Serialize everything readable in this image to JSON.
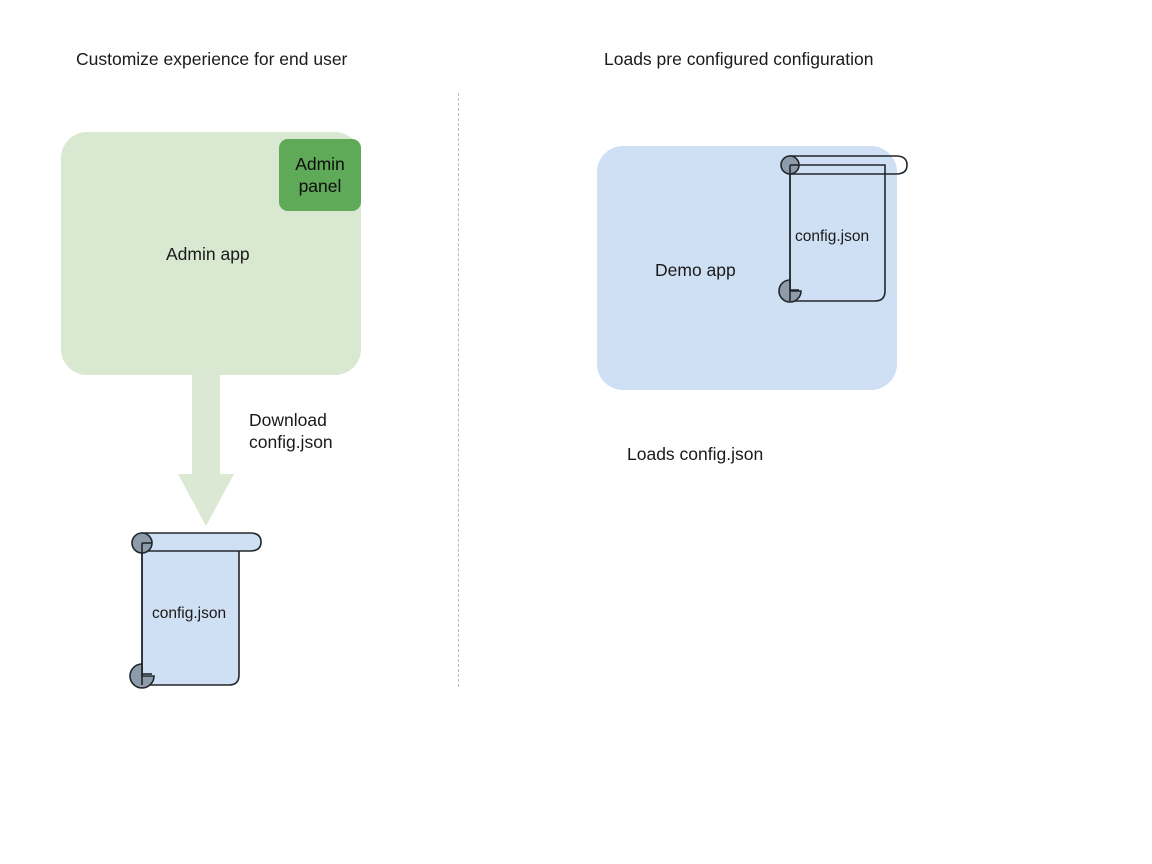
{
  "diagram": {
    "background": "#ffffff",
    "columns": {
      "left": {
        "heading": "Customize experience for end user",
        "app": {
          "label": "Admin app",
          "fill": "#d9e8d1"
        },
        "panel": {
          "label": "Admin\npanel",
          "fill": "#5faa58"
        },
        "arrow": {
          "label": "Download\nconfig.json",
          "fill": "#dbe9d4",
          "direction": "down"
        },
        "document": {
          "label": "config.json",
          "fill": "#cfe0f4",
          "stroke": "#23272b",
          "curl_fill": "#8d9bab"
        }
      },
      "right": {
        "heading": "Loads pre configured configuration",
        "app": {
          "label": "Demo app",
          "fill": "#cfe0f4"
        },
        "document": {
          "label": "config.json",
          "fill": "none",
          "stroke": "#23272b",
          "curl_fill": "#8d9bab"
        },
        "caption": "Loads config.json"
      }
    },
    "divider": {
      "style": "dashed",
      "color": "#b9b9c0"
    }
  }
}
